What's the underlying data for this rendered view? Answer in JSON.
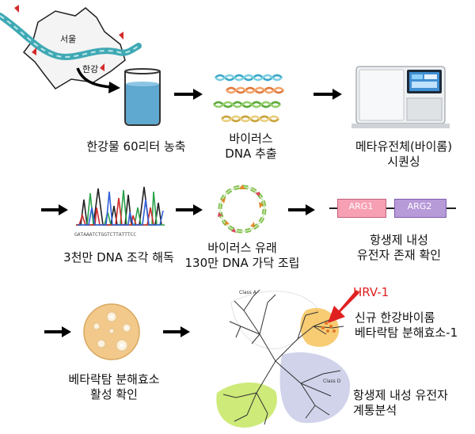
{
  "map": {
    "city_label": "서울",
    "river_label": "한강"
  },
  "steps": {
    "concentrate": "한강물 60리터 농축",
    "extract": "바이러스\nDNA 추출",
    "sequencing": "메타유전체(바이롬)\n시퀀싱",
    "decode": "3천만 DNA 조각 해독",
    "assemble": "바이러스 유래\n130만 DNA 가닥 조립",
    "resistance": "항생제 내성\n유전자 존재 확인",
    "activity": "베타락탐 분해효소\n활성 확인",
    "phylogeny": "항생제 내성 유전자\n계통분석"
  },
  "chromatogram": {
    "sequence": "GATAAATCTGGTCTTATTTCC"
  },
  "genes": {
    "arg1": "ARG1",
    "arg2": "ARG2"
  },
  "tree": {
    "class_a": "Class A",
    "class_d": "Class D"
  },
  "highlight": {
    "name": "HRV-1",
    "description": "신규 한강바이롬\n베타락탐 분해효소-1",
    "color": "#e02020"
  },
  "colors": {
    "river": "#3fa9b4",
    "water": "#5fa8cf",
    "arg_fill": "#f7a0b4",
    "arg2_fill": "#b79ad8",
    "plate": "#f2c98a"
  }
}
